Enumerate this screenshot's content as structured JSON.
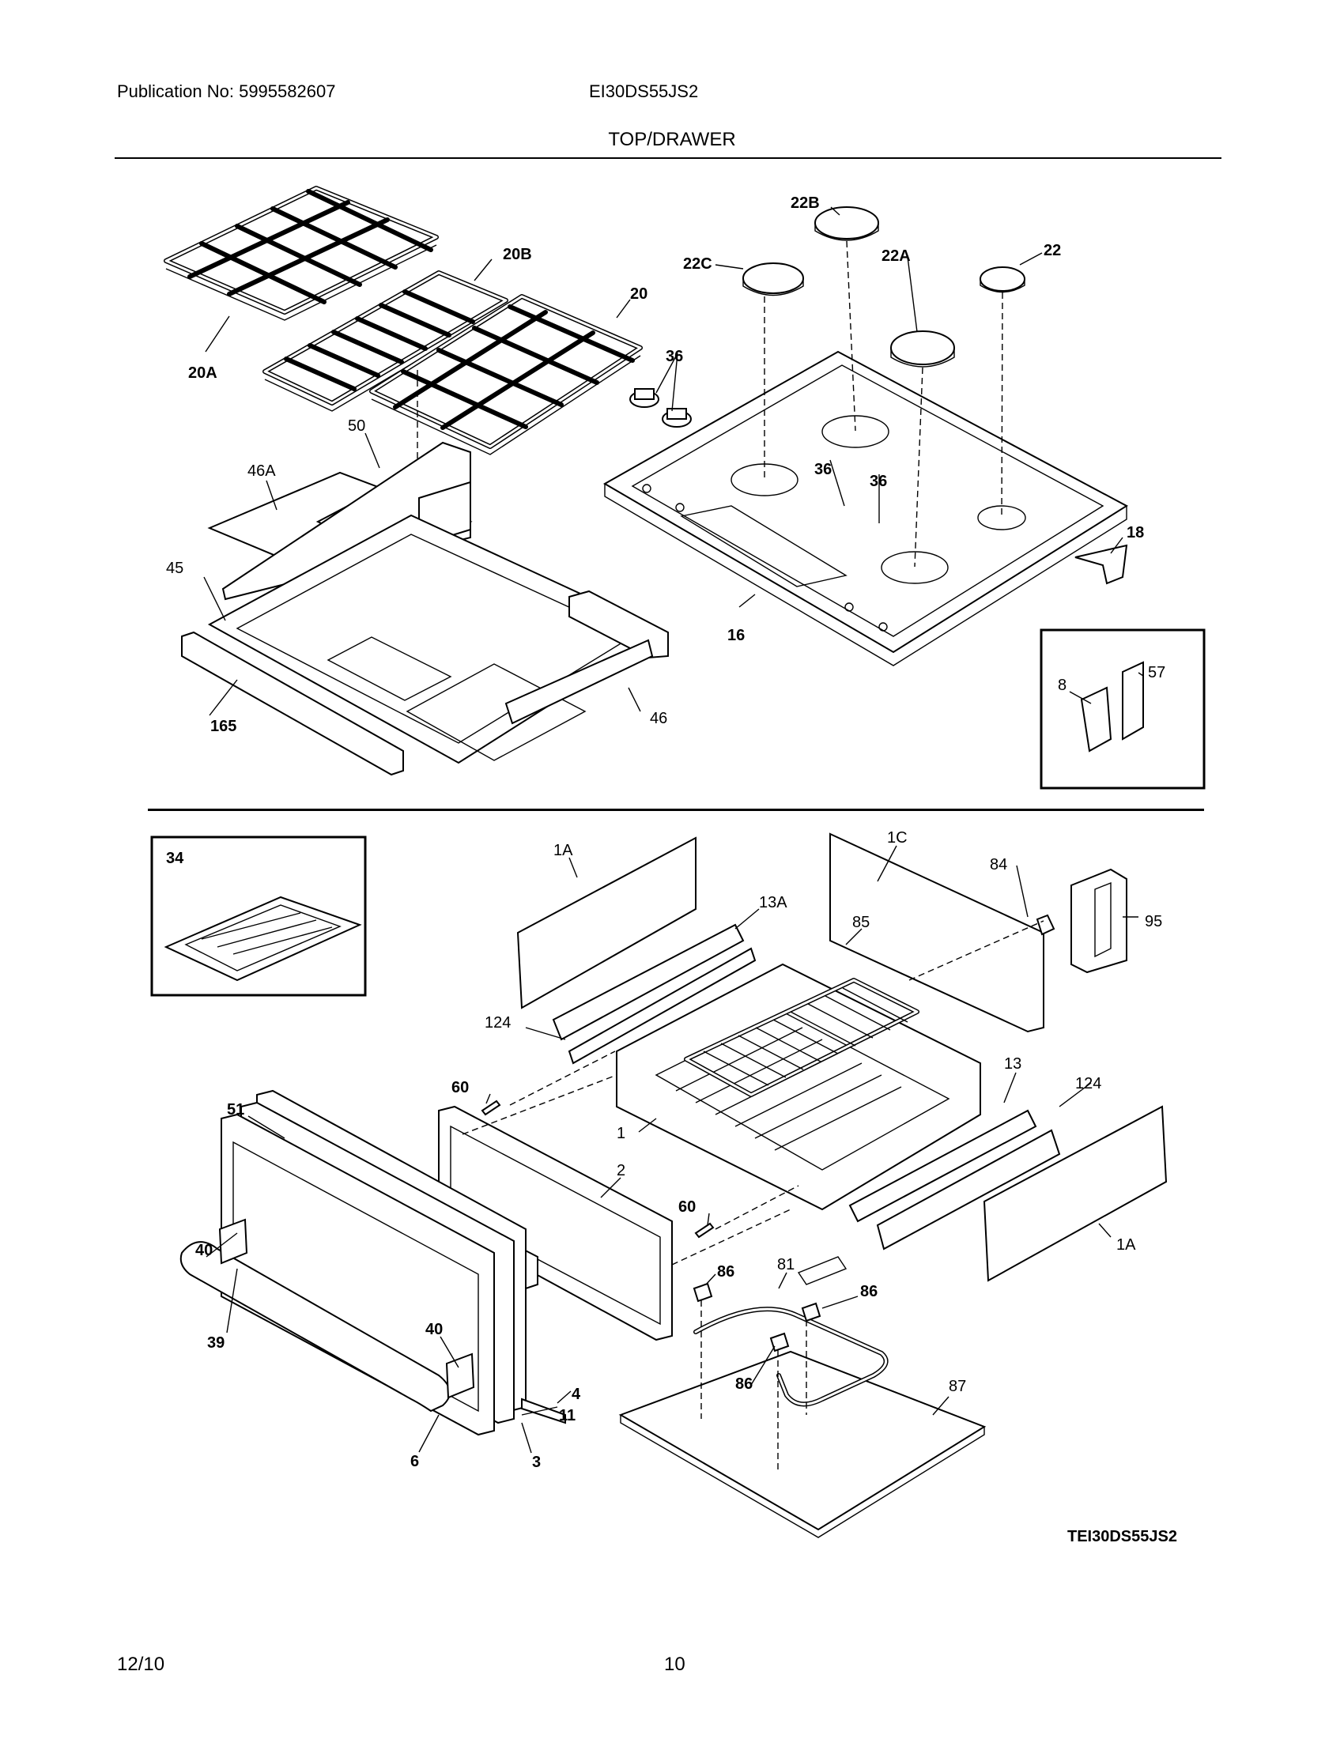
{
  "header": {
    "publication": "Publication No: 5995582607",
    "model": "EI30DS55JS2",
    "title": "TOP/DRAWER"
  },
  "callouts": {
    "p20a": "20A",
    "p20b": "20B",
    "p20": "20",
    "p22": "22",
    "p22a": "22A",
    "p22b": "22B",
    "p22c": "22C",
    "p36a": "36",
    "p36b": "36",
    "p36c": "36",
    "p46a": "46A",
    "p50": "50",
    "p45": "45",
    "p46": "46",
    "p165": "165",
    "p16": "16",
    "p18": "18",
    "p8": "8",
    "p57": "57",
    "p34": "34",
    "p1a_top": "1A",
    "p1c": "1C",
    "p84": "84",
    "p95": "95",
    "p13a": "13A",
    "p85": "85",
    "p124a": "124",
    "p60a": "60",
    "p51": "51",
    "p13": "13",
    "p124b": "124",
    "p1": "1",
    "p2": "2",
    "p40a": "40",
    "p60b": "60",
    "p1a_bot": "1A",
    "p81": "81",
    "p86a": "86",
    "p86b": "86",
    "p86c": "86",
    "p39": "39",
    "p40b": "40",
    "p4": "4",
    "p11": "11",
    "p87": "87",
    "p6": "6",
    "p3": "3"
  },
  "diagram_code": "TEI30DS55JS2",
  "footer": {
    "date": "12/10",
    "page": "10"
  }
}
